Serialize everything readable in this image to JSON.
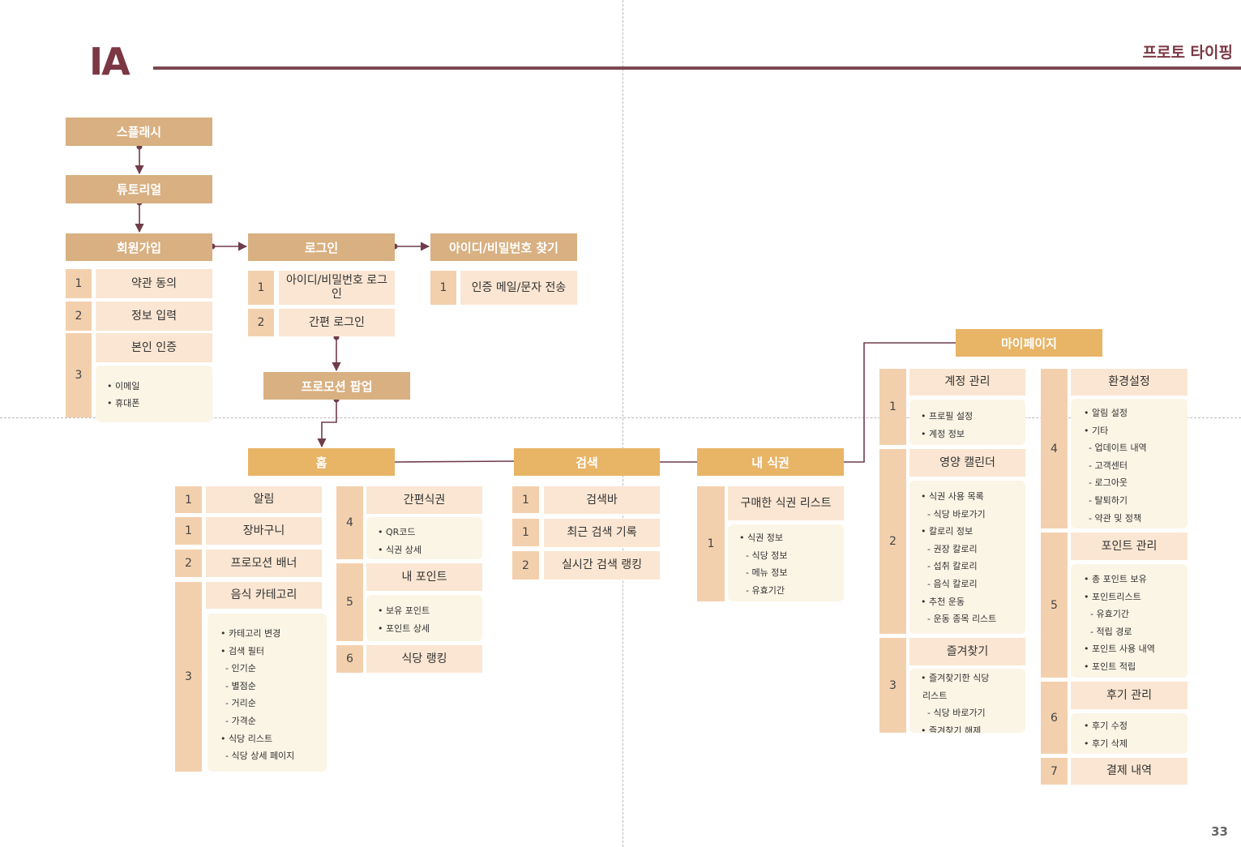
{
  "header": {
    "title": "IA",
    "subtitle": "프로토 타이핑",
    "page_number": "33"
  },
  "colors": {
    "accent_dark": "#7b3744",
    "header_tan": "#d8b081",
    "header_gold": "#e8b466",
    "number_cell": "#f3d0ad",
    "label_cell": "#fae6d2",
    "detail_box": "#fbf5e6"
  },
  "nodes": {
    "splash": "스플래시",
    "tutorial": "튜토리얼",
    "signup": "회원가입",
    "login": "로그인",
    "find_account": "아이디/비밀번호 찾기",
    "promotion_popup": "프로모션 팝업",
    "home": "홈",
    "search": "검색",
    "my_ticket": "내 식권",
    "mypage": "마이페이지"
  },
  "signup": {
    "rows": [
      {
        "num": "1",
        "label": "약관 동의"
      },
      {
        "num": "2",
        "label": "정보 입력"
      },
      {
        "num": "3",
        "label": "본인 인증"
      }
    ],
    "details": [
      "• 이메일",
      "• 휴대폰"
    ]
  },
  "login": {
    "rows": [
      {
        "num": "1",
        "label": "아이디/비밀번호 로그인"
      },
      {
        "num": "2",
        "label": "간편 로그인"
      }
    ]
  },
  "find_account": {
    "rows": [
      {
        "num": "1",
        "label": "인증 메일/문자 전송"
      }
    ]
  },
  "home": {
    "left_rows": [
      {
        "num": "1",
        "label": "알림"
      },
      {
        "num": "1",
        "label": "장바구니"
      },
      {
        "num": "2",
        "label": "프로모션 배너"
      },
      {
        "num": "3",
        "label": "음식 카테고리"
      }
    ],
    "category_details": [
      "• 카테고리 변경",
      "• 검색 필터",
      "- 인기순",
      "- 별점순",
      "- 거리순",
      "- 가격순",
      "• 식당 리스트",
      "- 식당 상세 페이지"
    ],
    "right_rows": [
      {
        "num": "4",
        "label": "간편식권",
        "details": [
          "• QR코드",
          "• 식권 상세"
        ]
      },
      {
        "num": "5",
        "label": "내 포인트",
        "details": [
          "• 보유 포인트",
          "• 포인트 상세"
        ]
      },
      {
        "num": "6",
        "label": "식당 랭킹"
      }
    ]
  },
  "search": {
    "rows": [
      {
        "num": "1",
        "label": "검색바"
      },
      {
        "num": "1",
        "label": "최근 검색 기록"
      },
      {
        "num": "2",
        "label": "실시간 검색 랭킹"
      }
    ]
  },
  "my_ticket": {
    "rows": [
      {
        "num": "1",
        "label": "구매한 식권 리스트"
      }
    ],
    "details": [
      "• 식권 정보",
      "- 식당 정보",
      "- 메뉴 정보",
      "- 유효기간"
    ]
  },
  "mypage_left": [
    {
      "num": "1",
      "label": "계정 관리",
      "details": [
        "• 프로필 설정",
        "• 계정 정보"
      ]
    },
    {
      "num": "2",
      "label": "영양 캘린더",
      "details": [
        "• 식권 사용 목록",
        "- 식당 바로가기",
        "• 칼로리 정보",
        "- 권장 칼로리",
        "- 섭취 칼로리",
        "- 음식 칼로리",
        "• 추천 운동",
        "- 운동 종목 리스트"
      ]
    },
    {
      "num": "3",
      "label": "즐겨찾기",
      "details": [
        "• 즐겨찾기한 식당",
        "리스트",
        "- 식당 바로가기",
        "• 즐겨찾기 해제"
      ]
    }
  ],
  "mypage_right": [
    {
      "num": "4",
      "label": "환경설정",
      "details": [
        "• 알림 설정",
        "• 기타",
        "- 업데이트 내역",
        "- 고객센터",
        "- 로그아웃",
        "- 탈퇴하기",
        "- 약관 및 정책"
      ]
    },
    {
      "num": "5",
      "label": "포인트 관리",
      "details": [
        "• 총 포인트 보유",
        "• 포인트리스트",
        "- 유효기간",
        "- 적립 경로",
        "• 포인트 사용 내역",
        "• 포인트 적립"
      ]
    },
    {
      "num": "6",
      "label": "후기 관리",
      "details": [
        "• 후기 수정",
        "• 후기 삭제"
      ]
    },
    {
      "num": "7",
      "label": "결제 내역"
    }
  ]
}
